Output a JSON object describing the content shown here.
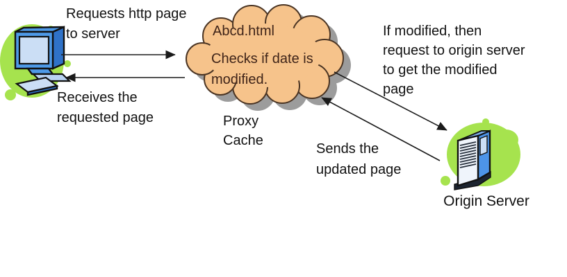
{
  "colors": {
    "background": "#ffffff",
    "blob-green": "#a6e34e",
    "computer-blue": "#4e9ae8",
    "computer-blue-dark": "#2f72c8",
    "screen-blue": "#cbdef5",
    "keyboard-blue": "#b9d3f2",
    "cloud-fill": "#f6c38b",
    "cloud-stroke": "#4a3423",
    "cloud-shadow": "#9c9c9c",
    "server-front": "#eff4fb",
    "server-side": "#4d94e8",
    "server-top": "#7fb0ee",
    "arrow": "#1a1a1a",
    "text": "#111111",
    "cloud-text": "#3e2318"
  },
  "nodes": {
    "client": {
      "icon": "desktop-computer"
    },
    "proxy": {
      "note_title": "Abcd.html",
      "note_body": "Checks if date is\nmodified.",
      "label": "Proxy\nCache"
    },
    "origin": {
      "icon": "server-tower",
      "label": "Origin Server"
    }
  },
  "edges": {
    "request_to_proxy": "Requests http page\nto server",
    "receive_from_proxy": "Receives the\nrequested page",
    "proxy_to_origin": "If modified, then\nrequest to origin server\nto get the modified\npage",
    "origin_to_proxy": "Sends the\nupdated page"
  }
}
